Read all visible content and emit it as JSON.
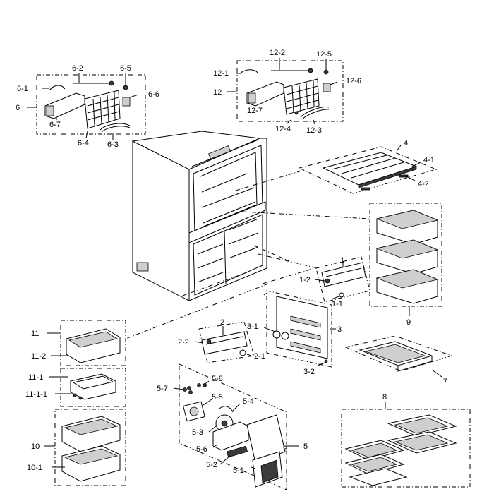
{
  "labels": {
    "l6": "6",
    "l6_1": "6-1",
    "l6_2": "6-2",
    "l6_3": "6-3",
    "l6_4": "6-4",
    "l6_5": "6-5",
    "l6_6": "6-6",
    "l6_7": "6-7",
    "l12": "12",
    "l12_1": "12-1",
    "l12_2": "12-2",
    "l12_3": "12-3",
    "l12_4": "12-4",
    "l12_5": "12-5",
    "l12_6": "12-6",
    "l12_7": "12-7",
    "l4": "4",
    "l4_1": "4-1",
    "l4_2": "4-2",
    "l9": "9",
    "l1": "1",
    "l1_1": "1-1",
    "l1_2": "1-2",
    "l3": "3",
    "l3_1": "3-1",
    "l3_2": "3-2",
    "l2": "2",
    "l2_1": "2-1",
    "l2_2": "2-2",
    "l7": "7",
    "l11": "11",
    "l11_1": "11-1",
    "l11_1_1": "11-1-1",
    "l11_2": "11-2",
    "l10": "10",
    "l10_1": "10-1",
    "l5": "5",
    "l5_1": "5-1",
    "l5_2": "5-2",
    "l5_3": "5-3",
    "l5_4": "5-4",
    "l5_5": "5-5",
    "l5_6": "5-6",
    "l5_7": "5-7",
    "l5_8": "5-8",
    "l8": "8"
  }
}
